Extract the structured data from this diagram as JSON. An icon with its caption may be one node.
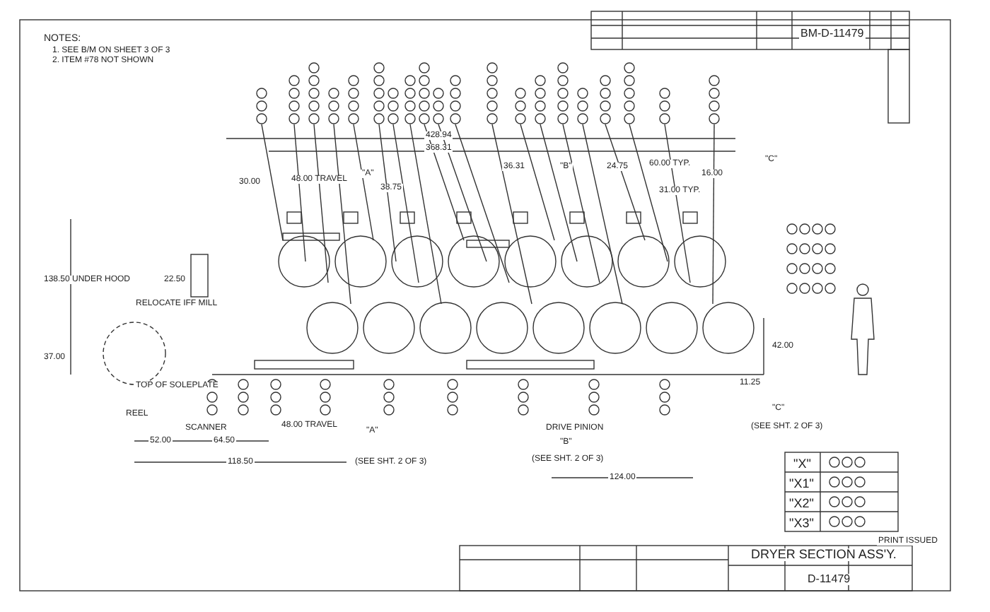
{
  "diagram": {
    "labels": [
      "NOTES:",
      "1. SEE B/M ON SHEET 3 OF 3",
      "2. ITEM #78 NOT SHOWN",
      "BM-D-11479",
      "428.94",
      "368.31",
      "\"A\"",
      "30.00",
      "48.00 TRAVEL",
      "38.75",
      "36.31",
      "\"B\"",
      "24.75",
      "60.00 TYP.",
      "31.00 TYP.",
      "16.00",
      "\"C\"",
      "138.50 UNDER HOOD",
      "22.50",
      "RELOCATE IFF MILL",
      "37.00",
      "TOP OF SOLEPLATE",
      "REEL",
      "SCANNER",
      "52.00",
      "64.50",
      "48.00 TRAVEL",
      "\"A\"",
      "118.50",
      "(SEE SHT. 2 OF 3)",
      "DRIVE PINION",
      "\"B\"",
      "(SEE SHT. 2 OF 3)",
      "124.00",
      "\"C\"",
      "(SEE SHT. 2 OF 3)",
      "42.00",
      "11.25",
      "\"X\"",
      "\"X1\"",
      "\"X2\"",
      "\"X3\"",
      "PRINT ISSUED",
      "DRYER SECTION ASS'Y.",
      "D-11479"
    ]
  }
}
